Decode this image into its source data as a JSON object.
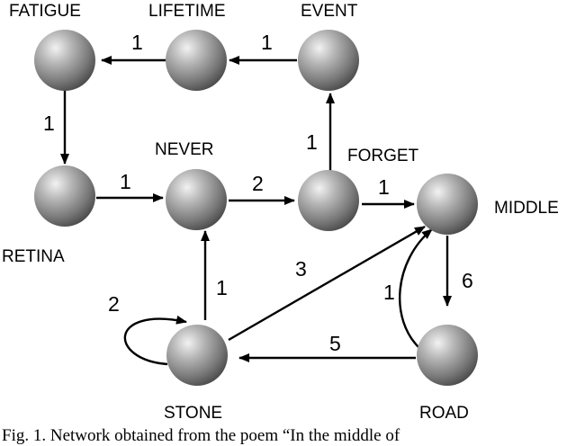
{
  "diagram": {
    "nodes": [
      {
        "id": "fatigue",
        "label": "FATIGUE"
      },
      {
        "id": "lifetime",
        "label": "LIFETIME"
      },
      {
        "id": "event",
        "label": "EVENT"
      },
      {
        "id": "retina",
        "label": "RETINA"
      },
      {
        "id": "never",
        "label": "NEVER"
      },
      {
        "id": "forget",
        "label": "FORGET"
      },
      {
        "id": "middle",
        "label": "MIDDLE"
      },
      {
        "id": "stone",
        "label": "STONE"
      },
      {
        "id": "road",
        "label": "ROAD"
      }
    ],
    "edges": [
      {
        "from": "lifetime",
        "to": "fatigue",
        "weight": "1"
      },
      {
        "from": "event",
        "to": "lifetime",
        "weight": "1"
      },
      {
        "from": "fatigue",
        "to": "retina",
        "weight": "1"
      },
      {
        "from": "retina",
        "to": "never",
        "weight": "1"
      },
      {
        "from": "never",
        "to": "forget",
        "weight": "2"
      },
      {
        "from": "forget",
        "to": "event",
        "weight": "1"
      },
      {
        "from": "forget",
        "to": "middle",
        "weight": "1"
      },
      {
        "from": "stone",
        "to": "never",
        "weight": "1"
      },
      {
        "from": "stone",
        "to": "middle",
        "weight": "3"
      },
      {
        "from": "road",
        "to": "middle",
        "weight": "1"
      },
      {
        "from": "middle",
        "to": "road",
        "weight": "6"
      },
      {
        "from": "road",
        "to": "stone",
        "weight": "5"
      },
      {
        "from": "stone",
        "to": "stone",
        "weight": "2"
      }
    ]
  },
  "caption": "Fig. 1. Network obtained from the poem “In the middle of"
}
